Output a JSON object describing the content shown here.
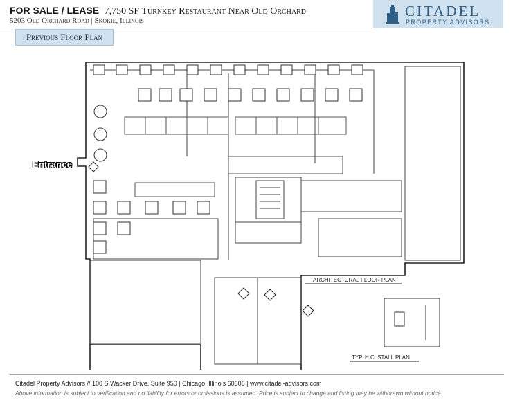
{
  "header": {
    "title_bold": "FOR SALE / LEASE",
    "title_rest": "7,750 SF Turnkey Restaurant Near Old Orchard",
    "subtitle": "5203 Old Orchard Road | Skokie, Illinois"
  },
  "logo": {
    "name": "CITADEL",
    "tagline": "PROPERTY ADVISORS",
    "icon": "tower-icon",
    "color": "#2e5f86",
    "background": "#cfe0ef"
  },
  "section": {
    "label": "Previous Floor Plan"
  },
  "floor_plan": {
    "entrance_label": "Entrance",
    "plan_title": "ARCHITECTURAL FLOOR PLAN",
    "stall_title": "TYP. H.C. STALL PLAN"
  },
  "footer": {
    "contact": "Citadel Property Advisors // 100 S Wacker Drive, Suite 950 | Chicago, Illinois 60606 | www.citadel-advisors.com",
    "disclaimer": "Above information is subject to verification and no liability for errors or omissions is assumed. Price is subject to change and listing may be withdrawn without notice."
  }
}
